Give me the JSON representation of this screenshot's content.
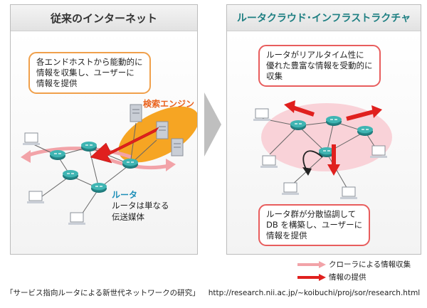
{
  "left_panel": {
    "title": "従来のインターネット",
    "callout_lines": [
      "各エンドホストから能動的に",
      "情報を収集し、ユーザーに",
      "情報を提供"
    ],
    "search_engine_label": "検索エンジン",
    "router_label": "ルータ",
    "router_desc_lines": [
      "ルータは単なる",
      "伝送媒体"
    ]
  },
  "right_panel": {
    "title": "ルータクラウド･インフラストラクチャ",
    "top_callout_lines": [
      "ルータがリアルタイム性に",
      "優れた豊富な情報を受動的に",
      "収集"
    ],
    "bottom_callout_lines": [
      "ルータ群が分散協調して",
      "DB を構築し、ユーザーに",
      "情報を提供"
    ]
  },
  "legend": {
    "crawler_label": "クローラによる情報収集",
    "provide_label": "情報の提供"
  },
  "footer": {
    "citation": "「サービス指向ルータによる新世代ネットワークの研究」",
    "url": "http://research.nii.ac.jp/~koibuchi/proj/sor/research.html"
  },
  "colors": {
    "crawler_arrow": "#f2a3a8",
    "provide_arrow": "#e0201e",
    "router": "#1f8a8c",
    "router_label": "#1e8fb8",
    "search_engine_label": "#e9621e",
    "search_engine_area": "#f6a523"
  },
  "icons": [
    "router-icon",
    "pc-icon",
    "server-icon",
    "arrow-icon"
  ]
}
